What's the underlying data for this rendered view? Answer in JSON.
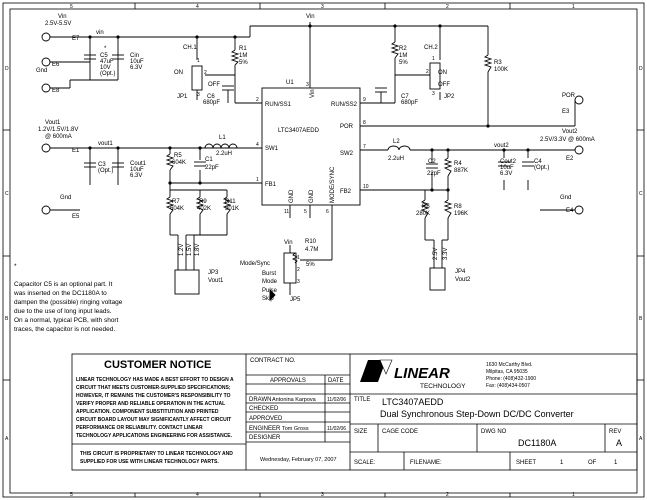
{
  "frame": {
    "rows": [
      "D",
      "C",
      "B",
      "A"
    ],
    "cols": [
      "5",
      "4",
      "3",
      "2",
      "1"
    ]
  },
  "nets": {
    "vin_label": "Vin",
    "vin_range": "2.5V-5.5V",
    "vin_net": "vin",
    "vin_top": "Vin",
    "vout1_title": "Vout1",
    "vout1_range": "1.2V/1.5V/1.8V",
    "vout1_current": "@ 600mA",
    "vout1_net": "vout1",
    "vout2_title": "Vout2",
    "vout2_range": "2.5V/3.3V @ 600mA",
    "vout2_net": "vout2",
    "gnd_left": "Gnd",
    "gnd_left2": "Gnd",
    "gnd_right": "Gnd",
    "por": "POR",
    "vin_r10": "Vin"
  },
  "terminals": {
    "e7": "E7",
    "e6": "E6",
    "e8": "E8",
    "e1": "E1",
    "e5": "E5",
    "e3": "E3",
    "e2": "E2",
    "e4": "E4"
  },
  "components": {
    "c5": [
      "C5",
      "47uF",
      "10V",
      "(Opt.)"
    ],
    "c5_star": "*",
    "cin": [
      "Cin",
      "10uF",
      "6.3V"
    ],
    "ch1": "CH.1",
    "ch2": "CH.2",
    "on": "ON",
    "off": "OFF",
    "jp1": "JP1",
    "jp2": "JP2",
    "r1": [
      "R1",
      "1M",
      "5%"
    ],
    "r2": [
      "R2",
      "1M",
      "5%"
    ],
    "r3": [
      "R3",
      "100K"
    ],
    "c6": [
      "C6",
      "680pF"
    ],
    "c7": [
      "C7",
      "680pF"
    ],
    "l1": [
      "L1",
      "2.2uH"
    ],
    "l2": [
      "L2",
      "2.2uH"
    ],
    "c1": [
      "C1",
      "22pF"
    ],
    "c2": [
      "C2",
      "22pF"
    ],
    "c3": [
      "C3",
      "(Opt.)"
    ],
    "cout1": [
      "Cout1",
      "10uF",
      "6.3V"
    ],
    "cout2": [
      "Cout2",
      "10uF",
      "6.3V"
    ],
    "c4": [
      "C4",
      "(Opt.)"
    ],
    "r5": [
      "R5",
      "604K"
    ],
    "r4": [
      "R4",
      "887K"
    ],
    "r7": [
      "R7",
      "604K"
    ],
    "r9": [
      "R9",
      "402K"
    ],
    "r11": [
      "R11",
      "301K"
    ],
    "r6": [
      "R6",
      "280K"
    ],
    "r8": [
      "R8",
      "196K"
    ],
    "r10": [
      "R10",
      "4.7M",
      "5%"
    ],
    "jp3": [
      "JP3",
      "Vout1"
    ],
    "jp4": [
      "JP4",
      "Vout2"
    ],
    "jp3_v": [
      "1.2V",
      "1.5V",
      "1.8V"
    ],
    "jp4_v": [
      "2.5V",
      "3.3V"
    ],
    "jp5": "JP5",
    "mode_sync": "Mode/Sync",
    "burst": [
      "Burst",
      "Mode"
    ],
    "pulse": [
      "Pulse",
      "Skip"
    ]
  },
  "ic": {
    "ref": "U1",
    "part": "LTC3407AEDD",
    "pins": {
      "run1": "RUN/SS1",
      "run2": "RUN/SS2",
      "vin": "Vin",
      "por": "POR",
      "sw1": "SW1",
      "sw2": "SW2",
      "fb1": "FB1",
      "fb2": "FB2",
      "gnd1": "GND",
      "gnd2": "GND",
      "mode": "MODE/SYNC"
    },
    "pin_numbers": {
      "run1": "2",
      "vin": "3",
      "run2": "9",
      "por": "8",
      "sw1": "4",
      "sw2": "7",
      "fb1": "1",
      "fb2": "10",
      "gnd11": "11",
      "gnd5": "5",
      "mode": "6"
    }
  },
  "junction_numbers": {
    "jp1": [
      "1",
      "2",
      "3"
    ],
    "jp2": [
      "1",
      "2",
      "3"
    ],
    "jp5": [
      "1",
      "2",
      "3"
    ]
  },
  "note": {
    "star": "*",
    "lines": [
      "Capacitor C5 is an optional part.  It",
      "was inserted on the DC1180A to",
      "dampen the (possible) ringing voltage",
      "due to the use of long input leads.",
      "On a normal, typical PCB, with short",
      "traces, the capacitor is not needed."
    ]
  },
  "title_block": {
    "notice_title": "CUSTOMER NOTICE",
    "notice_lines": [
      "LINEAR TECHNOLOGY HAS MADE A BEST EFFORT TO DESIGN A",
      "CIRCUIT THAT MEETS CUSTOMER-SUPPLIED SPECIFICATIONS;",
      "HOWEVER, IT REMAINS THE CUSTOMER'S RESPONSIBILITY TO",
      "VERIFY PROPER AND RELIABLE OPERATION IN THE ACTUAL",
      "APPLICATION. COMPONENT SUBSTITUTION AND PRINTED",
      "CIRCUIT BOARD LAYOUT MAY SIGNIFICANTLY AFFECT CIRCUIT",
      "PERFORMANCE OR RELIABILITY.  CONTACT LINEAR",
      "TECHNOLOGY APPLICATIONS ENGINEERING FOR ASSISTANCE."
    ],
    "prop_lines": [
      "THIS CIRCUIT IS PROPRIETARY TO LINEAR TECHNOLOGY AND",
      "SUPPLIED FOR USE WITH LINEAR TECHNOLOGY PARTS."
    ],
    "contract": "CONTRACT NO.",
    "approvals": "APPROVALS",
    "date": "DATE",
    "drawn_label": "DRAWN",
    "drawn_name": "Antonina Karpova",
    "drawn_date": "11/02/06",
    "checked": "CHECKED",
    "approved": "APPROVED",
    "engineer_label": "ENGINEER",
    "engineer_name": "Tom Gross",
    "engineer_date": "11/02/06",
    "designer": "DESIGNER",
    "print_date": "Wednesday, February 07, 2007",
    "logo": "LINEAR",
    "logo_sub": "TECHNOLOGY",
    "address": [
      "1630 McCarthy Blvd.",
      "Milpitas, CA 95035",
      "Phone: (408)432-1900",
      "Fax: (408)434-0507"
    ],
    "title_label": "TITLE",
    "title_part": "LTC3407AEDD",
    "title_desc": "Dual Synchronous Step-Down DC/DC Converter",
    "size_label": "SIZE",
    "cage_label": "CAGE CODE",
    "dwg_label": "DWG NO",
    "dwg_no": "DC1180A",
    "rev_label": "REV",
    "rev": "A",
    "scale_label": "SCALE:",
    "filename_label": "FILENAME:",
    "sheet_label": "SHEET",
    "sheet_no": "1",
    "of_label": "OF",
    "sheet_total": "1"
  }
}
